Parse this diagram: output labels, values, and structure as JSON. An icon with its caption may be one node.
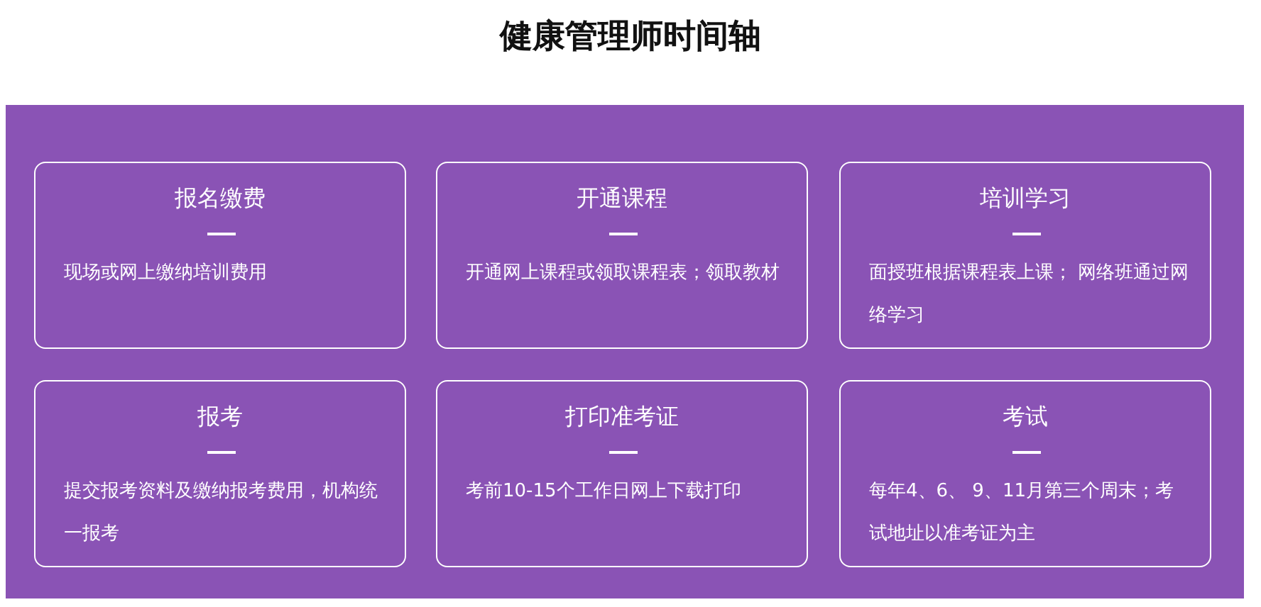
{
  "diagram": {
    "title": "健康管理师时间轴",
    "nodes": [
      {
        "text": [
          "报名缴费",
          "现场或网上缴纳培训费用"
        ]
      },
      {
        "text": [
          "开通课程",
          "开通网上课程或领取课程表；领取教材"
        ]
      },
      {
        "text": [
          "培训学习",
          "面授班根据课程表上课； 网络班通过网络学习"
        ]
      },
      {
        "text": [
          "报考",
          "提交报考资料及缴纳报考费用，机构统一报考"
        ]
      },
      {
        "text": [
          "打印准考证",
          "考前10-15个工作日网上下载打印"
        ]
      },
      {
        "text": [
          "考试",
          "每年4、6、 9、11月第三个周末；考试地址以准考证为主"
        ]
      }
    ]
  }
}
